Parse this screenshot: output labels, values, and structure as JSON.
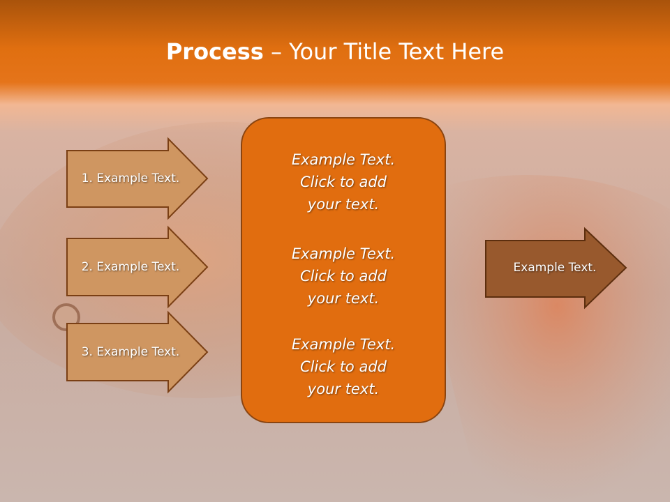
{
  "slide": {
    "title_strong": "Process",
    "title_separator": " – ",
    "title_rest": "Your Title Text Here"
  },
  "inputs": [
    {
      "label": "1. Example Text."
    },
    {
      "label": "2. Example Text."
    },
    {
      "label": "3. Example Text."
    }
  ],
  "center_box": {
    "blocks": [
      {
        "line1": "Example Text.",
        "line2": "Click  to add",
        "line3": "your text."
      },
      {
        "line1": "Example Text.",
        "line2": "Click  to add",
        "line3": "your text."
      },
      {
        "line1": "Example Text.",
        "line2": "Click  to add",
        "line3": "your text."
      }
    ]
  },
  "output": {
    "label": "Example Text."
  },
  "colors": {
    "header": "#e06f10",
    "input_arrow": "#cf9661",
    "center_box": "#e16d0f",
    "output_arrow": "#98592d",
    "outline": "#8a4410"
  }
}
